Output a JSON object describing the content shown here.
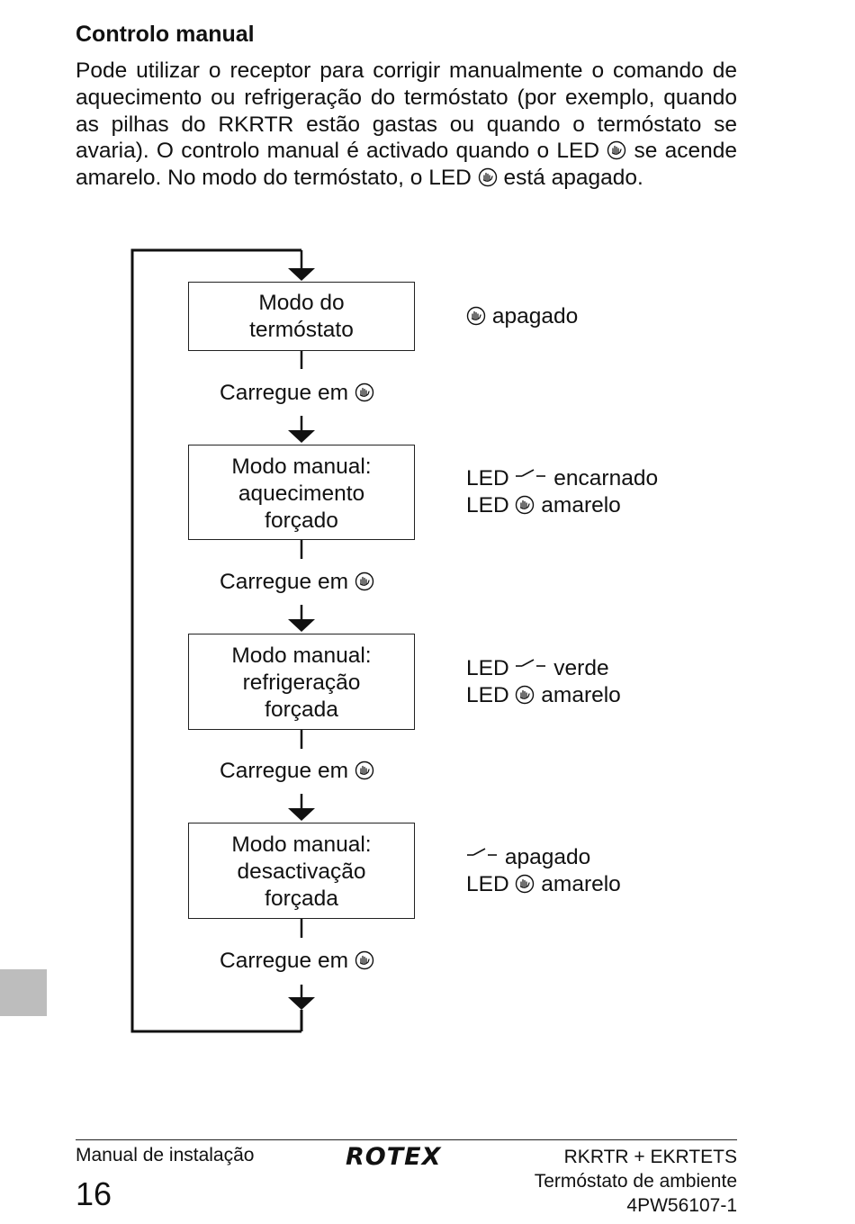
{
  "heading": "Controlo manual",
  "intro": {
    "part1": "Pode utilizar o receptor para corrigir manualmente o comando de aquecimento ou refrigeração do termóstato (por exemplo, quando as pilhas do RKRTR estão gastas ou quando o termóstato se avaria). O controlo manual é activado quando o LED",
    "part2": "se acende amarelo. No modo do termóstato, o LED",
    "part3": "está apagado."
  },
  "flow": {
    "press_label": "Carregue em",
    "steps": [
      {
        "lines": [
          "Modo do",
          "termóstato"
        ],
        "status": [
          {
            "prefix": "",
            "icon": "hand-icon",
            "text": "apagado"
          }
        ]
      },
      {
        "lines": [
          "Modo manual:",
          "aquecimento",
          "forçado"
        ],
        "status": [
          {
            "prefix": "LED",
            "icon": "switch-icon",
            "text": "encarnado"
          },
          {
            "prefix": "LED",
            "icon": "hand-icon",
            "text": "amarelo"
          }
        ]
      },
      {
        "lines": [
          "Modo manual:",
          "refrigeração",
          "forçada"
        ],
        "status": [
          {
            "prefix": "LED",
            "icon": "switch-icon",
            "text": "verde"
          },
          {
            "prefix": "LED",
            "icon": "hand-icon",
            "text": "amarelo"
          }
        ]
      },
      {
        "lines": [
          "Modo manual:",
          "desactivação",
          "forçada"
        ],
        "status": [
          {
            "prefix": "",
            "icon": "switch-icon",
            "text": "apagado"
          },
          {
            "prefix": "LED",
            "icon": "hand-icon",
            "text": "amarelo"
          }
        ]
      }
    ]
  },
  "footer": {
    "manual": "Manual de instalação",
    "page_number": "16",
    "logo": "ROTEX",
    "product": "RKRTR + EKRTETS",
    "product_desc": "Termóstato de ambiente",
    "doc_code": "4PW56107-1"
  }
}
